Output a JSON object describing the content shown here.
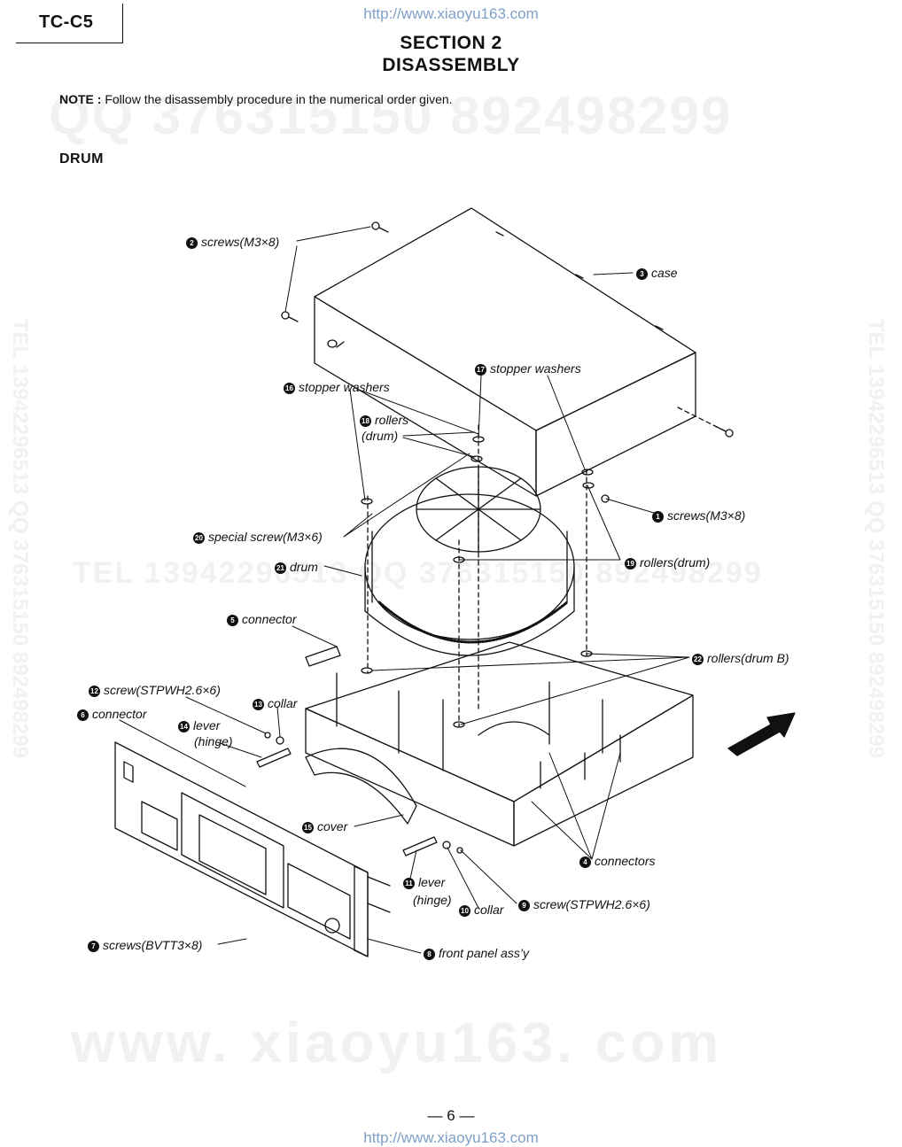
{
  "header": {
    "model": "TC-C5",
    "url": "http://www.xiaoyu163.com",
    "section": "SECTION 2",
    "title": "DISASSEMBLY"
  },
  "note": {
    "label": "NOTE :",
    "text": "Follow the disassembly procedure in the numerical order given."
  },
  "subheading": "DRUM",
  "watermarks": {
    "qq": "QQ 376315150   892498299",
    "tel": "TEL  13942296513    QQ 376315150  892498299",
    "side": "TEL  13942296513  QQ  376315150  892498299",
    "big": "www. xiaoyu163. com"
  },
  "callouts": [
    {
      "num": "2",
      "text": "screws(M3×8)"
    },
    {
      "num": "3",
      "text": "case"
    },
    {
      "num": "17",
      "text": "stopper  washers"
    },
    {
      "num": "16",
      "text": "stopper washers"
    },
    {
      "num": "18",
      "text": "rollers"
    },
    {
      "num": "",
      "text": "(drum)"
    },
    {
      "num": "1",
      "text": "screws(M3×8)"
    },
    {
      "num": "20",
      "text": "special screw(M3×6)"
    },
    {
      "num": "19",
      "text": "rollers(drum)"
    },
    {
      "num": "21",
      "text": "drum"
    },
    {
      "num": "5",
      "text": "connector"
    },
    {
      "num": "22",
      "text": "rollers(drum B)"
    },
    {
      "num": "12",
      "text": "screw(STPWH2.6×6)"
    },
    {
      "num": "13",
      "text": "collar"
    },
    {
      "num": "6",
      "text": "connector"
    },
    {
      "num": "14",
      "text": "lever"
    },
    {
      "num": "",
      "text": "(hinge)"
    },
    {
      "num": "15",
      "text": "cover"
    },
    {
      "num": "4",
      "text": "connectors"
    },
    {
      "num": "11",
      "text": "lever"
    },
    {
      "num": "",
      "text": "(hinge)"
    },
    {
      "num": "10",
      "text": "collar"
    },
    {
      "num": "9",
      "text": "screw(STPWH2.6×6)"
    },
    {
      "num": "7",
      "text": "screws(BVTT3×8)"
    },
    {
      "num": "8",
      "text": "front panel ass’y"
    }
  ],
  "page_number": "— 6 —"
}
